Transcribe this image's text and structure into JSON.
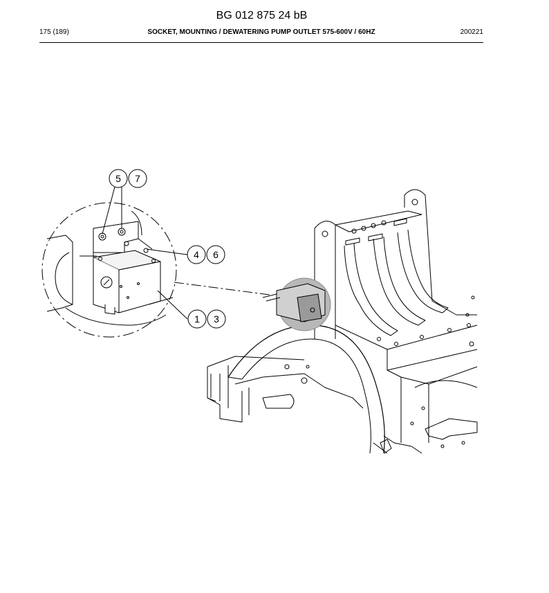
{
  "header": {
    "doc_number": "BG 012 875 24 bB",
    "page": "175 (189)",
    "title": "SOCKET, MOUNTING / DEWATERING PUMP OUTLET 575-600V / 60HZ",
    "code": "200221"
  },
  "callouts": [
    {
      "first": "5",
      "second": "7"
    },
    {
      "first": "4",
      "second": "6"
    },
    {
      "first": "1",
      "second": "3"
    }
  ]
}
